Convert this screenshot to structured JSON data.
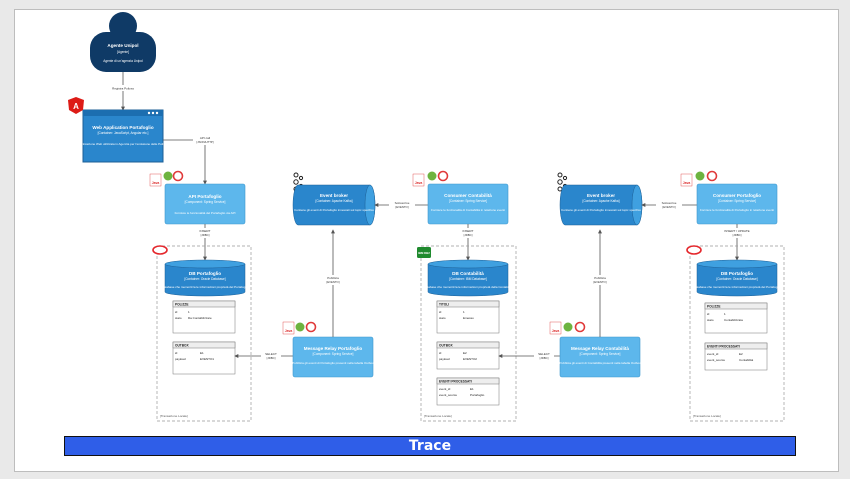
{
  "person": {
    "name": "Agente Unipol",
    "type": "[Agente]",
    "desc": "Agente di un'agenzia Unipol"
  },
  "edges": {
    "registra": "Registra Polizza",
    "api_call": "API call",
    "api_call_proto": "[JSON/HTTP]",
    "insert": "INSERT",
    "insert_proto": "[JDBC]",
    "publish": "Pubblica",
    "publish_proto": "[EVENTO]",
    "sottoscrive": "Sottoscrive",
    "sottoscrive_proto": "[EVENTO]",
    "select": "SELECT",
    "select_proto": "[JDBC]",
    "insert_update": "INSERT / UPDATE"
  },
  "webapp": {
    "title": "Web Application Portafoglio",
    "type": "[Container: JavaScript, Angular etc.]",
    "desc": "Applicazione Web utilizzata in Agenzia per l'emissione delle Polizze"
  },
  "api": {
    "title": "API Portafoglio",
    "type": "[Component: Spring Service]",
    "desc": "Fornisce le funzionalità del Portafoglio via API"
  },
  "broker1": {
    "title": "Event broker",
    "type": "[Container: Apache Kafka]",
    "desc": "Contiene gli eventi di Portafoglio innescati sul topic specifico"
  },
  "consumer1": {
    "title": "Consumer Contabilità",
    "type": "[Container: Spring Service]",
    "desc": "Fornisce le funzionalità di Contabilità in relazione eventi"
  },
  "broker2": {
    "title": "Event broker",
    "type": "[Container: Apache Kafka]",
    "desc": "Contiene gli eventi di Portafoglio innescati sul topic specifico"
  },
  "consumer2": {
    "title": "Consumer Portafoglio",
    "type": "[Container: Spring Service]",
    "desc": "Fornisce le funzionalità di Portafoglio in relazione eventi"
  },
  "db1": {
    "title": "DB Portafoglio",
    "type": "[Container: Oracle Database]",
    "desc": "Database che memorizza le informazioni proprietà del Portafoglio",
    "t1_name": "POLIZZE",
    "t1_r1_k": "id",
    "t1_r1_v": "1",
    "t1_r2_k": "stato",
    "t1_r2_v": "Da Contabilizzare",
    "t2_name": "OUTBOX",
    "t2_r1_k": "id",
    "t2_r1_v": "E1",
    "t2_r2_k": "payload",
    "t2_r2_v": "EVENTO1",
    "tx": "[Transazione Locale]"
  },
  "relay1": {
    "title": "Message Relay Portafoglio",
    "type": "[Component: Spring Service]",
    "desc": "Pubblica gli eventi di Portafoglio presenti nella tabella Outbox"
  },
  "db2": {
    "title": "DB Contabilità",
    "type": "[Container: IBM Database]",
    "desc": "Database che memorizza le informazioni proprietà della Contabilità",
    "badge": "IBM DB2",
    "t1_name": "TITOLI",
    "t1_r1_k": "id",
    "t1_r1_v": "1",
    "t1_r2_k": "stato",
    "t1_r2_v": "Emesso",
    "t2_name": "OUTBOX",
    "t2_r1_k": "id",
    "t2_r1_v": "E2",
    "t2_r2_k": "payload",
    "t2_r2_v": "EVENTO2",
    "t3_name": "EVENTI PROCESSATI",
    "t3_r1_k": "event_id",
    "t3_r1_v": "E1",
    "t3_r2_k": "event_source",
    "t3_r2_v": "Portafoglio",
    "tx": "[Transazione Locale]"
  },
  "relay2": {
    "title": "Message Relay Contabilità",
    "type": "[Component: Spring Service]",
    "desc": "Pubblica gli eventi di Contabilità presenti nella tabella Outbox"
  },
  "db3": {
    "title": "DB Portafoglio",
    "type": "[Container: Oracle Database]",
    "desc": "Database che memorizza le informazioni proprietà del Portafoglio",
    "t1_name": "POLIZZE",
    "t1_r1_k": "id",
    "t1_r1_v": "1",
    "t1_r2_k": "stato",
    "t1_r2_v": "Contabilizzata",
    "t2_name": "EVENTI PROCESSATI",
    "t2_r1_k": "event_id",
    "t2_r1_v": "E2",
    "t2_r2_k": "event_source",
    "t2_r2_v": "Contabilità",
    "tx": "[Transazione Locale]"
  },
  "icons": {
    "java": "Java",
    "spring": "spring-leaf-icon",
    "refresh": "refresh-icon",
    "kafka": "kafka-icon",
    "oracle": "oracle-icon",
    "angular": "A"
  },
  "banner": {
    "label": "Trace"
  },
  "colors": {
    "node_fill": "#5db7ec",
    "node_border": "#3f97cc",
    "person_fill": "#0f3a66",
    "webapp_fill": "#2a86cc",
    "trace_fill": "#2f5ee8"
  }
}
